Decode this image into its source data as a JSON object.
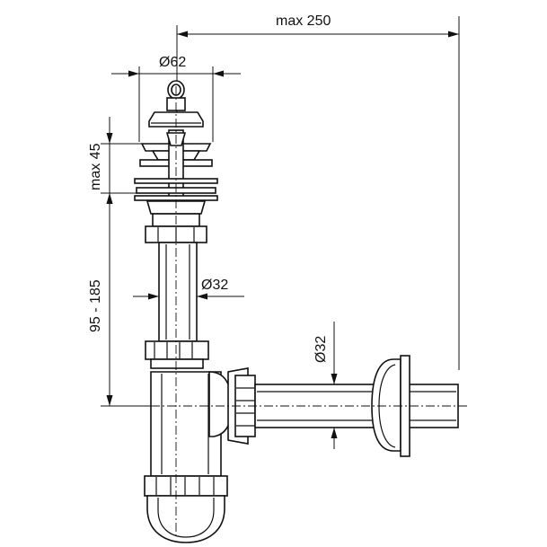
{
  "dimensions": {
    "max_length": "max 250",
    "top_diameter": "Ø62",
    "stopper_height": "max 45",
    "pipe_height": "95 - 185",
    "vertical_pipe_diameter": "Ø32",
    "outlet_pipe_diameter": "Ø32"
  },
  "colors": {
    "line": "#111111",
    "background": "#ffffff"
  }
}
